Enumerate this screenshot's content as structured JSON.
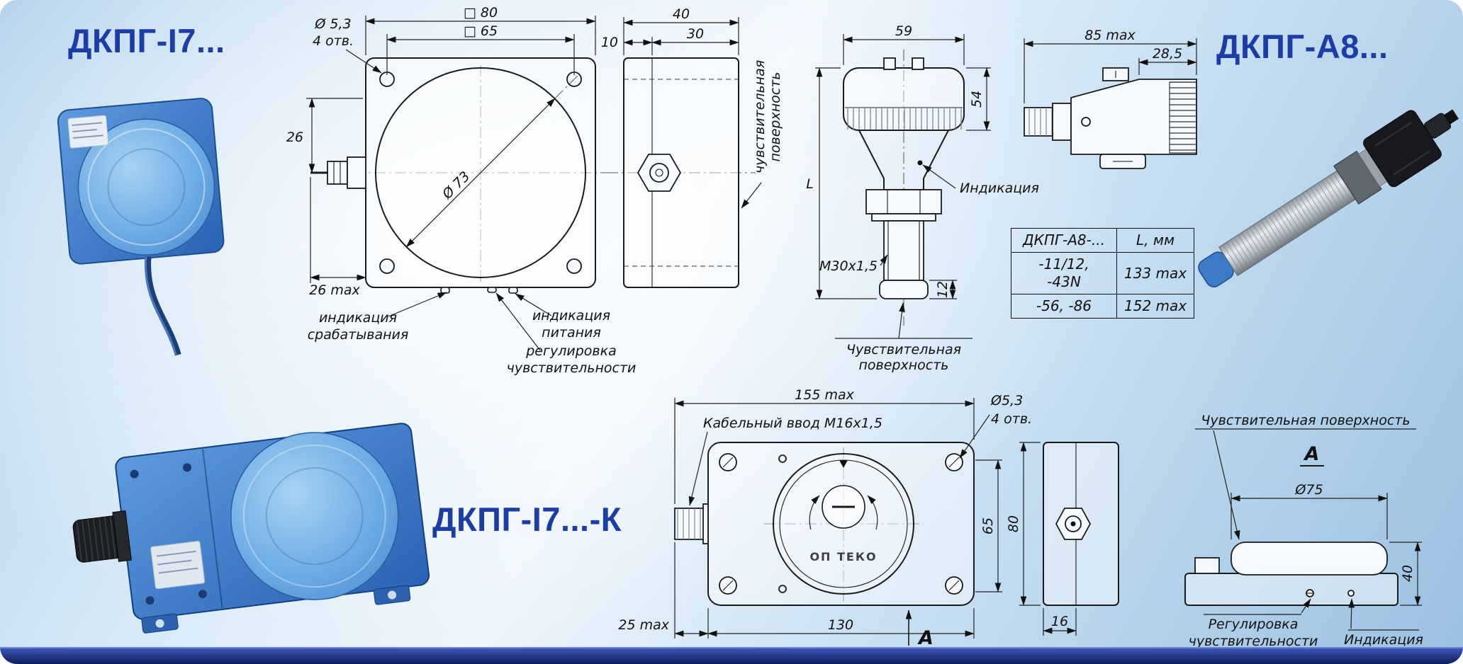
{
  "colors": {
    "title_blue": "#1c3da6",
    "drawing_line": "#1a1a1a",
    "sensor_body_blue": "#4d8fd6",
    "sensor_face_blue": "#6aaae4",
    "footer_navy": "#16246e",
    "background_light": "#eef6fc",
    "background_edge": "#9ac0e1"
  },
  "titles": {
    "i7": "ДКПГ-I7...",
    "a8": "ДКПГ-А8...",
    "i7k": "ДКПГ-I7...-К"
  },
  "i7_front": {
    "dim_outer_square": "□ 80",
    "dim_inner_square": "□ 65",
    "holes_diameter": "Ø 5,3",
    "holes_count": "4 отв.",
    "dim_connector_vertical": "26",
    "dim_face_circle": "Ø 73",
    "dim_connector_length": "26 max",
    "label_ind_trigger_1": "индикация",
    "label_ind_trigger_2": "срабатывания",
    "label_ind_power_1": "индикация",
    "label_ind_power_2": "питания",
    "label_adjust_1": "регулировка",
    "label_adjust_2": "чувствительности"
  },
  "i7_side": {
    "dim_depth": "40",
    "dim_body": "30",
    "dim_plate": "10",
    "label_sensing_1": "чувствительная",
    "label_sensing_2": "поверхность"
  },
  "a8_front": {
    "dim_cap_width": "59",
    "dim_cap_height": "54",
    "dim_length": "L",
    "label_indication": "Индикация",
    "dim_thread": "M30x1,5",
    "dim_tip": "12",
    "label_sensing_1": "Чувствительная",
    "label_sensing_2": "поверхность"
  },
  "a8_head": {
    "dim_total": "85 max",
    "dim_head": "28,5"
  },
  "a8_table": {
    "header_model": "ДКПГ-А8-...",
    "header_length": "L, мм",
    "row1_model_1": "-11/12,",
    "row1_model_2": "-43N",
    "row1_length": "133 max",
    "row2_model": "-56, -86",
    "row2_length": "152 max"
  },
  "k_front": {
    "dim_total_width": "155 max",
    "label_cable_entry": "Кабельный ввод М16х1,5",
    "holes_diameter": "Ø5,3",
    "holes_count": "4 отв.",
    "dim_hole_spacing": "65",
    "dim_body_width": "130",
    "dim_gland": "25 max",
    "section_letter": "А",
    "brand": "ОП ТЕКО"
  },
  "k_side": {
    "dim_height": "80",
    "dim_depth": "16"
  },
  "section_a": {
    "view_letter": "А",
    "dim_face": "Ø75",
    "dim_height": "40",
    "label_sensing": "Чувствительная поверхность",
    "label_adjust_1": "Регулировка",
    "label_adjust_2": "чувствительности",
    "label_indication": "Индикация"
  }
}
